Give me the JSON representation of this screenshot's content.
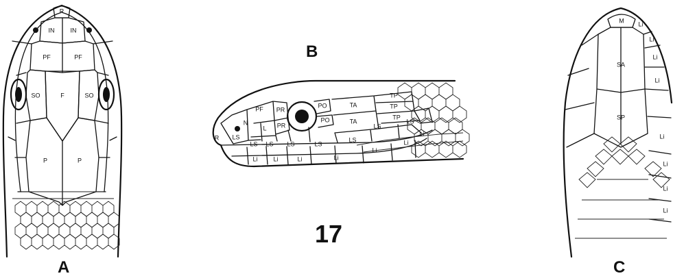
{
  "figure": {
    "number": "17",
    "panels": {
      "a": {
        "letter": "A"
      },
      "b": {
        "letter": "B"
      },
      "c": {
        "letter": "C"
      }
    }
  },
  "labels": {
    "dorsal": {
      "rostral": "R",
      "internasal_l": "IN",
      "internasal_r": "IN",
      "prefrontal_l": "PF",
      "prefrontal_r": "PF",
      "supraocular_l": "SO",
      "supraocular_r": "SO",
      "frontal": "F",
      "parietal_l": "P",
      "parietal_r": "P"
    },
    "lateral": {
      "rostral": "R",
      "nasal": "N",
      "prefrontal": "PF",
      "preocular": "PR",
      "loreal": "L",
      "preocular_lower": "PR",
      "postocular_upper": "PO",
      "postocular_lower": "PO",
      "temporal_ant_1": "TA",
      "temporal_ant_2": "TA",
      "temporal_post_1": "TP",
      "temporal_post_2": "TP",
      "temporal_post_3": "TP",
      "supralabials": [
        "LS",
        "LS",
        "LS",
        "LS",
        "LS",
        "LS",
        "LS",
        "LS"
      ],
      "infralabials": [
        "Li",
        "Li",
        "Li",
        "Li",
        "Li",
        "Li",
        "Li"
      ]
    },
    "ventral": {
      "mental": "M",
      "chin_ant": "SA",
      "chin_post": "SP",
      "infralabials": [
        "Li",
        "Li",
        "Li",
        "Li",
        "Li",
        "Li",
        "Li",
        "Li"
      ]
    }
  }
}
